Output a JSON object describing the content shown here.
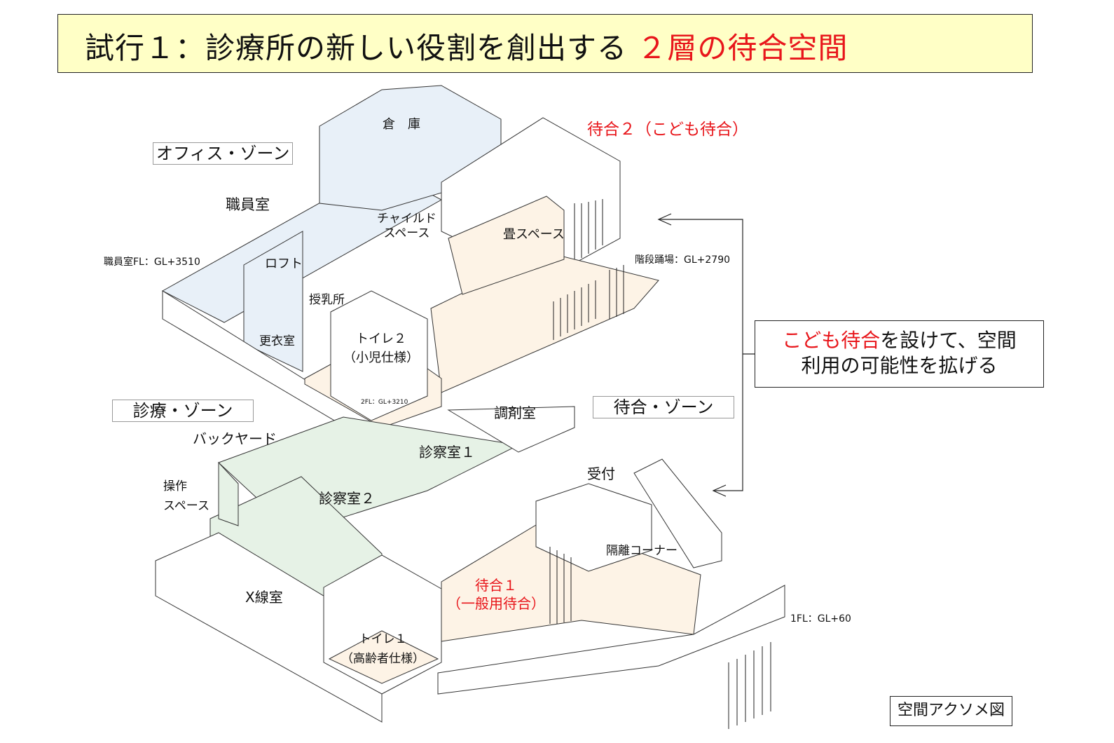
{
  "title": {
    "main": "試行１：診療所の新しい役割を創出する",
    "highlight": "２層の待合空間"
  },
  "zones": {
    "office": "オフィス・ゾーン",
    "medical": "診療・ゾーン",
    "waiting": "待合・ゾーン"
  },
  "rooms": {
    "storage": "倉　庫",
    "waiting2": "待合２（こども待合）",
    "staff_room": "職員室",
    "child_space_1": "チャイルド",
    "child_space_2": "スペース",
    "tatami": "畳スペース",
    "loft": "ロフト",
    "nursing": "授乳所",
    "toilet2_1": "トイレ２",
    "toilet2_2": "（小児仕様）",
    "locker": "更衣室",
    "pharmacy": "調剤室",
    "backyard": "バックヤード",
    "exam1": "診察室１",
    "reception": "受付",
    "operation_1": "操作",
    "operation_2": "スペース",
    "exam2": "診察室２",
    "isolation": "隔離コーナー",
    "waiting1_1": "待合１",
    "waiting1_2": "（一般用待合）",
    "xray": "X線室",
    "toilet1_1": "トイレ１",
    "toilet1_2": "（高齢者仕様）"
  },
  "levels": {
    "staff_fl": "職員室FL：GL+3510",
    "landing": "階段踊場：GL+2790",
    "fl2": "2FL：GL+3210",
    "fl1": "1FL：GL+60"
  },
  "callout": {
    "highlight": "こども待合",
    "line1_rest": "を設けて、空間",
    "line2": "利用の可能性を拡げる"
  },
  "caption": "空間アクソメ図",
  "colors": {
    "title_bg": "#ffffc6",
    "accent_red": "#e8161b",
    "office_blue": "#e8f0f8",
    "medical_green": "#e6f2e6",
    "waiting_beige": "#fdf3e6"
  }
}
